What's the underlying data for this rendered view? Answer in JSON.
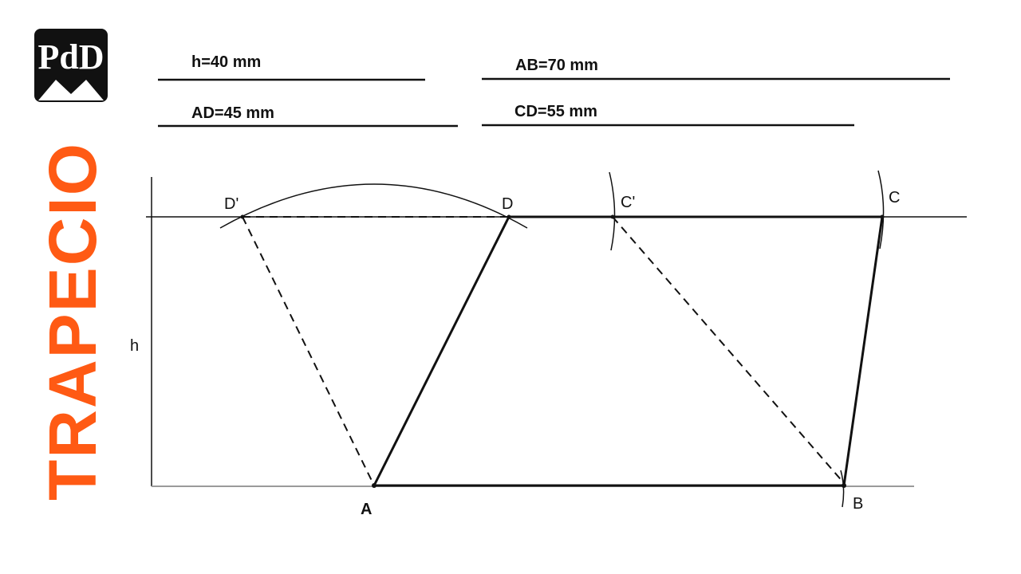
{
  "title": "TRAPECIO",
  "logo": {
    "text": "PdD",
    "icon": "pd-logo-icon"
  },
  "specs": {
    "h": "h=40 mm",
    "ab": "AB=70 mm",
    "ad": "AD=45 mm",
    "cd": "CD=55 mm"
  },
  "points": {
    "a": "A",
    "b": "B",
    "c": "C",
    "d": "D",
    "c_prime": "C'",
    "d_prime": "D'",
    "h": "h"
  },
  "colors": {
    "title": "#ff5a14",
    "ink": "#111111",
    "logo_bg": "#111111",
    "base_line": "#9a9a9a"
  }
}
